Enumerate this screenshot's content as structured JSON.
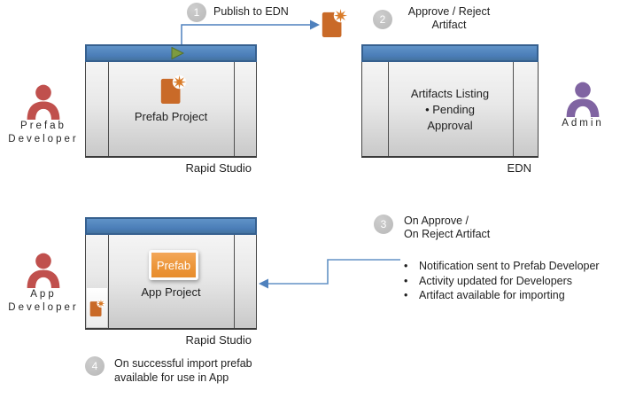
{
  "colors": {
    "titlebar_blue": "#4F81BD",
    "titlebar_border": "#36608F",
    "connector_blue": "#4F81BD",
    "actor_red": "#C0504D",
    "actor_purple": "#8064A2",
    "step_circle_gray": "#BFBFBF",
    "artifact_orange": "#C96A28",
    "prefab_button_orange": "#EC9538",
    "play_green": "#7D9B40",
    "text": "#262626"
  },
  "icons": {
    "person": "person-silhouette",
    "play": "green-play-triangle",
    "artifact": "orange-document-with-spark",
    "bullet": "•"
  },
  "actors": {
    "prefab_developer": {
      "line1": "Prefab",
      "line2": "Developer"
    },
    "admin": {
      "line1": "Admin"
    },
    "app_developer": {
      "line1": "App",
      "line2": "Developer"
    }
  },
  "steps": {
    "s1": {
      "num": "1",
      "text": "Publish to EDN"
    },
    "s2": {
      "num": "2",
      "line1": "Approve / Reject",
      "line2": "Artifact"
    },
    "s3": {
      "num": "3",
      "line1": "On Approve /",
      "line2": "On Reject Artifact"
    },
    "s4": {
      "num": "4",
      "line1": "On successful import prefab",
      "line2": "available for use in App"
    }
  },
  "windows": {
    "studio1": {
      "project": "Prefab Project",
      "caption": "Rapid Studio"
    },
    "edn": {
      "line1": "Artifacts Listing",
      "line2": "• Pending",
      "line3": "Approval",
      "caption": "EDN"
    },
    "studio2": {
      "button": "Prefab",
      "project": "App Project",
      "caption": "Rapid Studio"
    }
  },
  "outcomes": [
    "Notification sent to Prefab Developer",
    "Activity updated for Developers",
    "Artifact available for importing"
  ]
}
